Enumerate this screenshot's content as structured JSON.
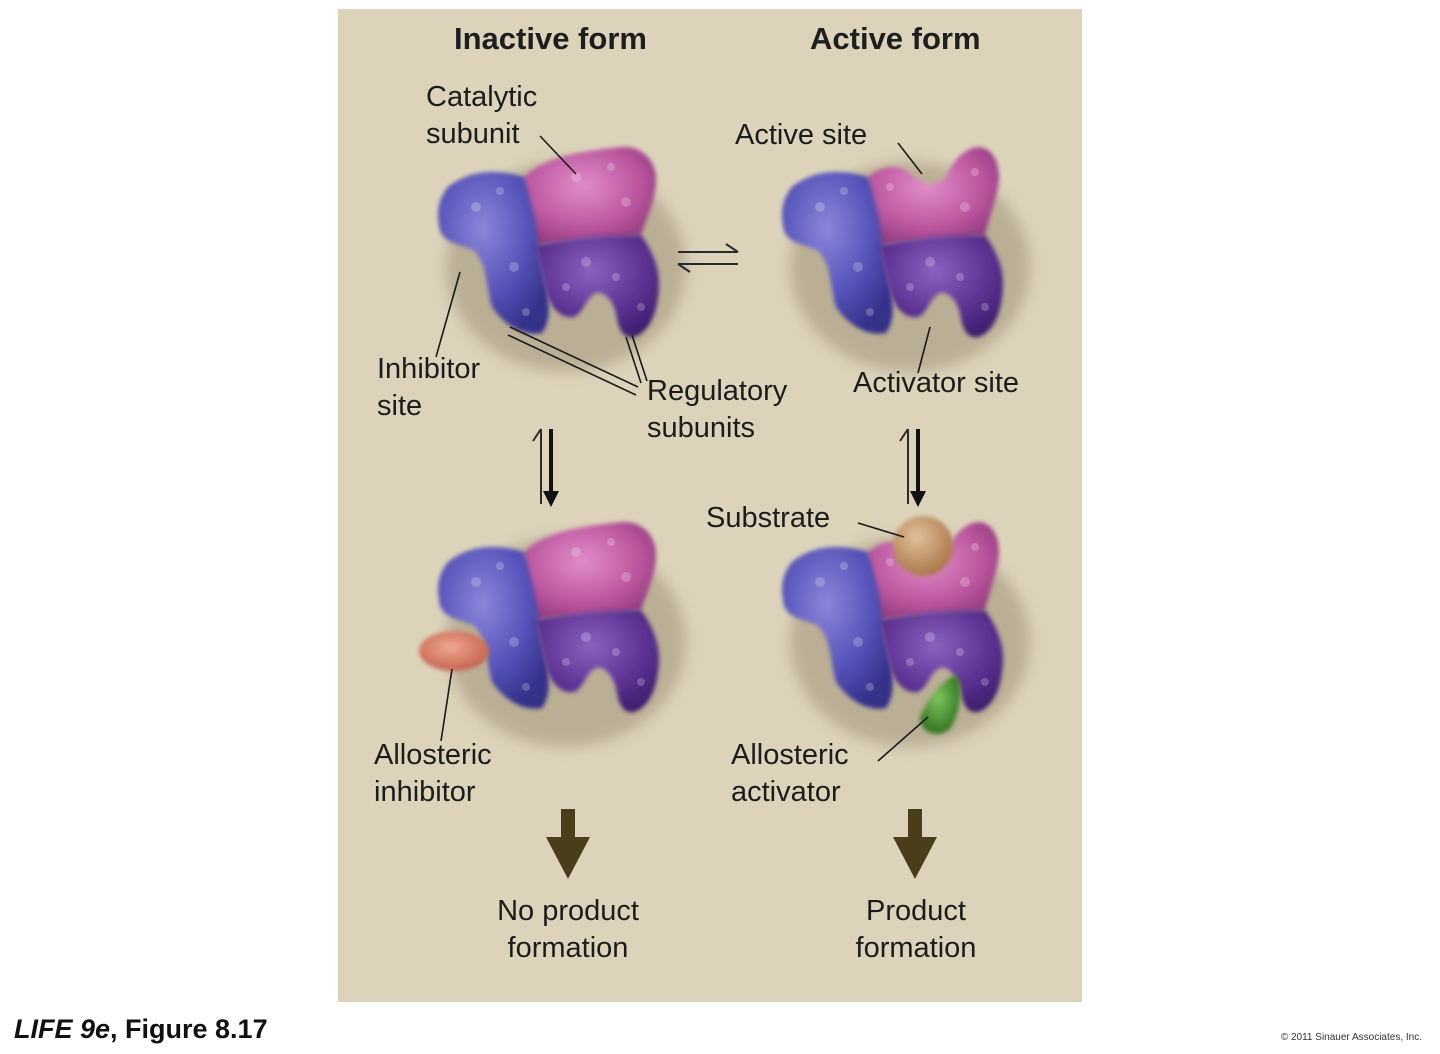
{
  "headings": {
    "inactive": "Inactive form",
    "active": "Active form"
  },
  "labels": {
    "catalytic_subunit": [
      "Catalytic",
      "subunit"
    ],
    "active_site": "Active site",
    "inhibitor_site": [
      "Inhibitor",
      "site"
    ],
    "regulatory_subunits": [
      "Regulatory",
      "subunits"
    ],
    "activator_site": "Activator site",
    "substrate": "Substrate",
    "allosteric_inhibitor": [
      "Allosteric",
      "inhibitor"
    ],
    "allosteric_activator": [
      "Allosteric",
      "activator"
    ]
  },
  "outcomes": {
    "no_product": [
      "No product",
      "formation"
    ],
    "product": [
      "Product",
      "formation"
    ]
  },
  "caption": {
    "book": "LIFE 9e",
    "figure": ", Figure 8.17"
  },
  "copyright": "© 2011 Sinauer Associates, Inc.",
  "colors": {
    "panel_bg": "#ddd3bb",
    "catalytic_subunit": "#b8549c",
    "regulatory_blue": "#4e4db0",
    "regulatory_purple": "#5c3292",
    "allosteric_inhibitor": "#d27058",
    "allosteric_activator": "#3e8a2a",
    "substrate": "#b98a5a",
    "arrow_brown": "#4a3d1a"
  }
}
